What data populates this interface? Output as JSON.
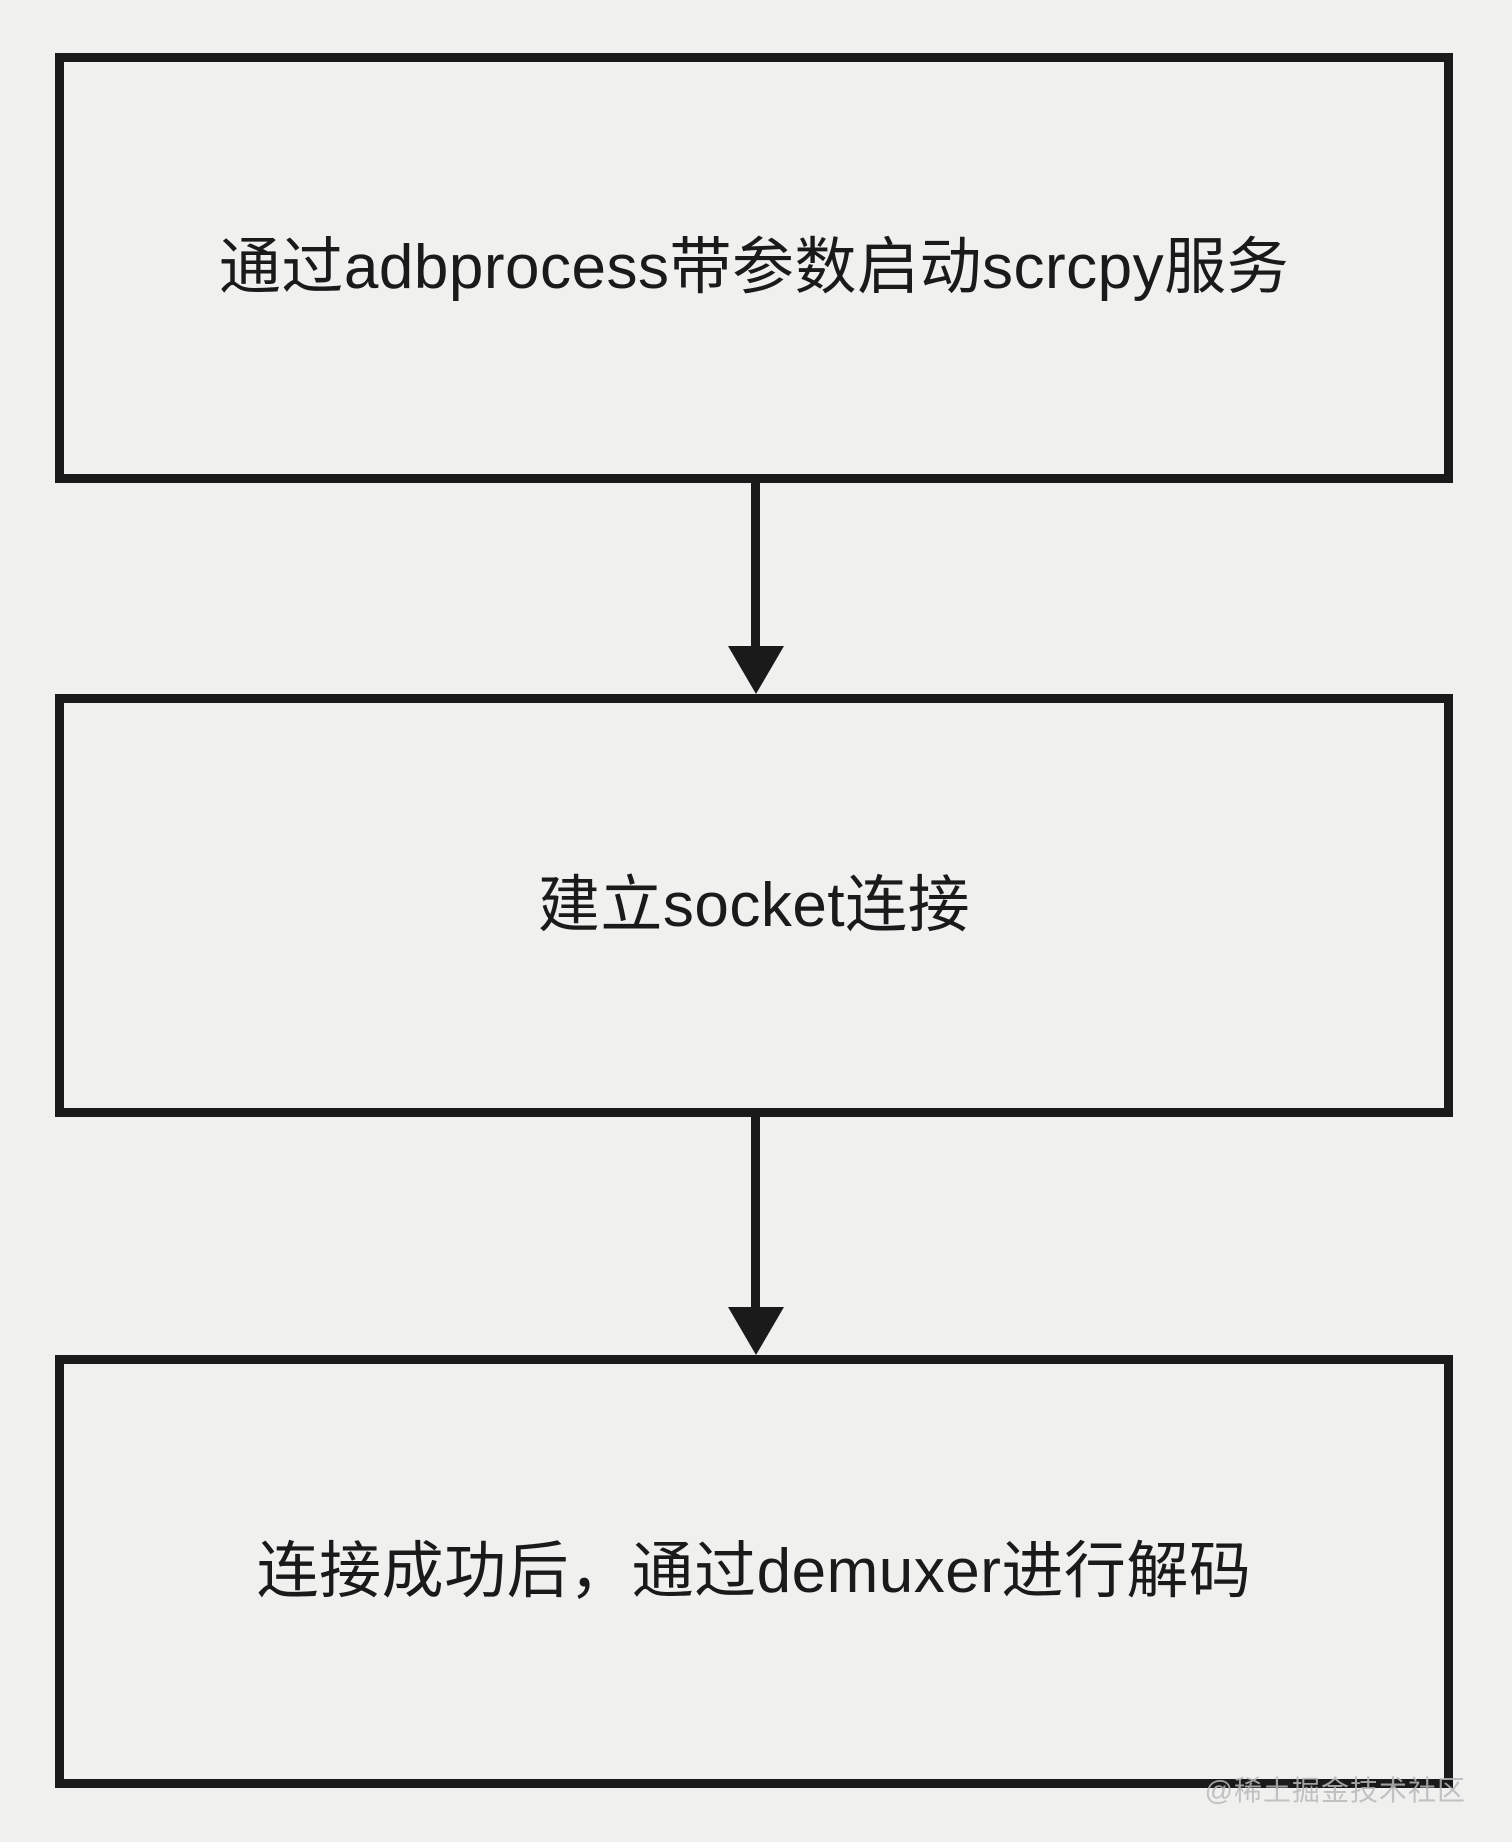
{
  "page": {
    "background_color": "#f0f0ef",
    "watermark": "@稀土掘金技术社区",
    "watermark_color": "#b9b9b9"
  },
  "diagram": {
    "type": "flowchart",
    "direction": "top-down",
    "stroke_color": "#1a1a1a",
    "node_fill_color": "#f0f0ef",
    "nodes": [
      {
        "id": "start-scrcpy-service",
        "label": "通过adbprocess带参数启动scrcpy服务"
      },
      {
        "id": "establish-socket",
        "label": "建立socket连接"
      },
      {
        "id": "demuxer-decode",
        "label": "连接成功后，通过demuxer进行解码"
      }
    ],
    "edges": [
      {
        "from": "start-scrcpy-service",
        "to": "establish-socket",
        "style": "arrow-down"
      },
      {
        "from": "establish-socket",
        "to": "demuxer-decode",
        "style": "arrow-down"
      }
    ]
  }
}
